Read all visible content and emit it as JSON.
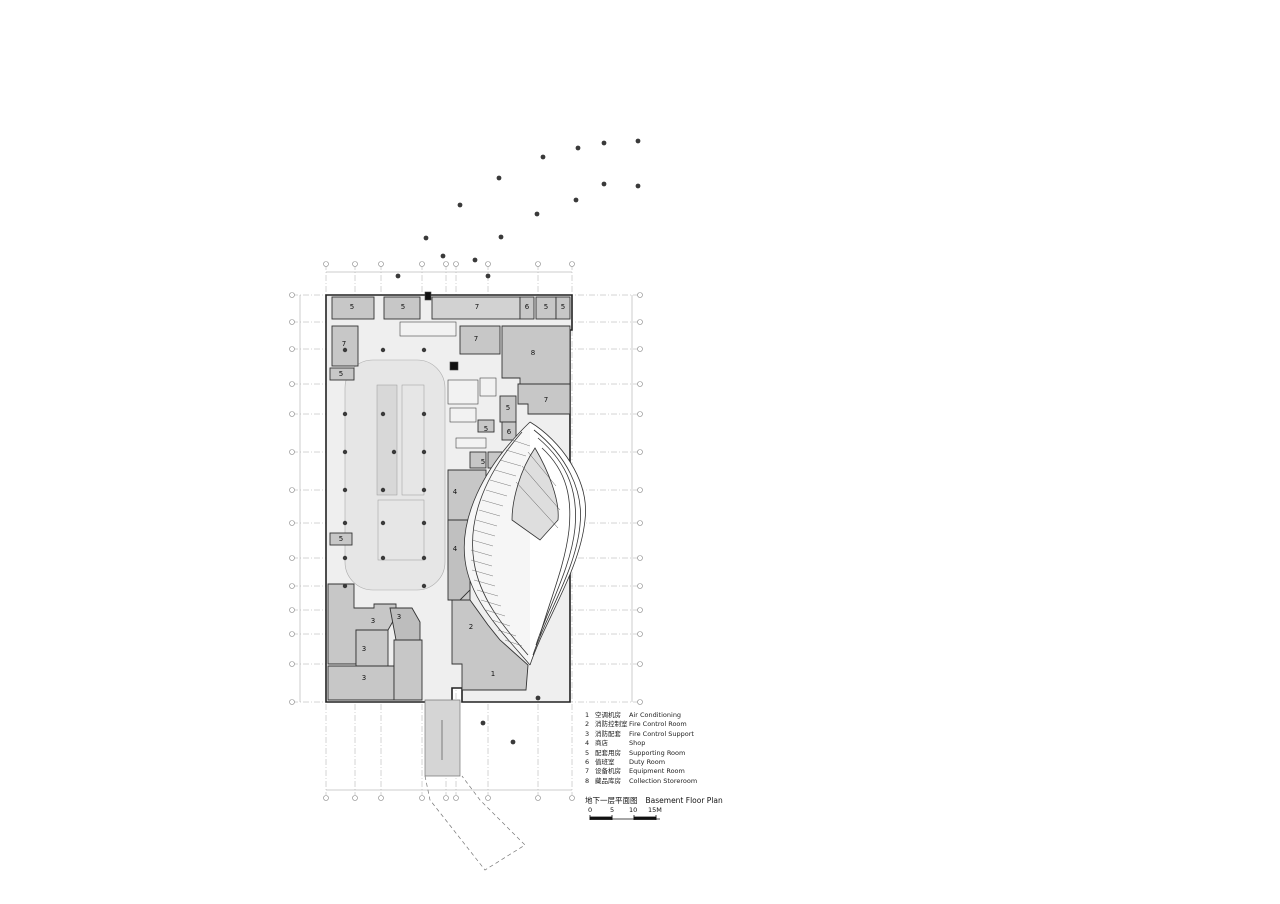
{
  "plan_title": {
    "cn": "地下一层平面图",
    "en": "Basement Floor Plan"
  },
  "legend": [
    {
      "num": "1",
      "cn": "空调机房",
      "en": "Air Conditioning"
    },
    {
      "num": "2",
      "cn": "消防控制室",
      "en": "Fire Control Room"
    },
    {
      "num": "3",
      "cn": "消防配套",
      "en": "Fire Control Support"
    },
    {
      "num": "4",
      "cn": "商店",
      "en": "Shop"
    },
    {
      "num": "5",
      "cn": "配套用房",
      "en": "Supporting Room"
    },
    {
      "num": "6",
      "cn": "值班室",
      "en": "Duty Room"
    },
    {
      "num": "7",
      "cn": "设备机房",
      "en": "Equipment Room"
    },
    {
      "num": "8",
      "cn": "藏品库房",
      "en": "Collection Storeroom"
    }
  ],
  "scale_bar": {
    "labels": [
      "0",
      "5",
      "10",
      "15M"
    ]
  },
  "room_labels": [
    "5",
    "5",
    "7",
    "6",
    "5",
    "5",
    "7",
    "7",
    "8",
    "5",
    "7",
    "5",
    "6",
    "5",
    "5",
    "4",
    "4",
    "5",
    "2",
    "3",
    "3",
    "3",
    "3",
    "1"
  ],
  "colors": {
    "room_fill": "#c7c7c7",
    "room_stroke": "#333333",
    "grid": "#9a9a9a",
    "dot": "#3a3a3a"
  }
}
